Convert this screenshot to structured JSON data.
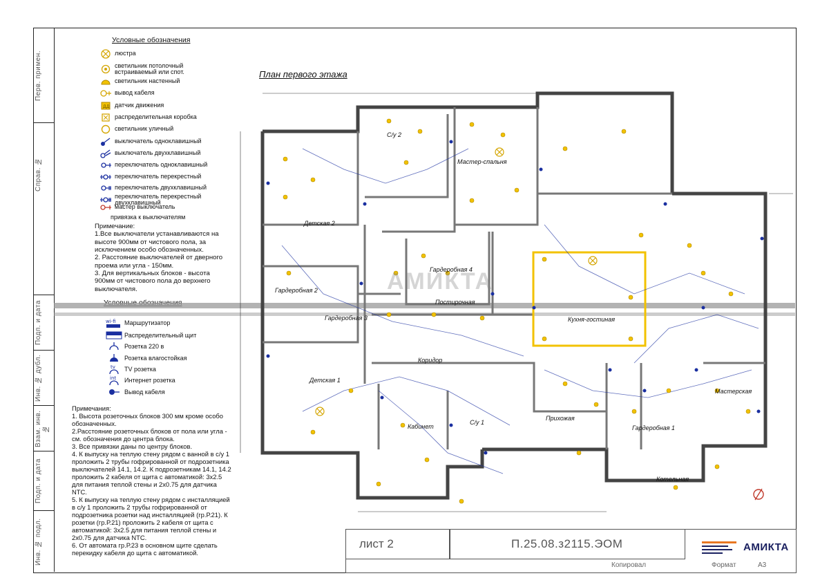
{
  "sidebar": {
    "cells": [
      "Перв. примен.",
      "Справ. №",
      "Подп. и дата",
      "Инв. № дубл.",
      "Взам. инв. №",
      "Подп. и дата",
      "Инв. № подл."
    ]
  },
  "legend1": {
    "title": "Условные обозначения",
    "items": [
      {
        "icon": "chandelier-icon",
        "label": "люстра"
      },
      {
        "icon": "recessed-light-icon",
        "label": "светильник потолочный встраиваемый или спот."
      },
      {
        "icon": "wall-light-icon",
        "label": "светильник настенный"
      },
      {
        "icon": "cable-outlet-icon",
        "label": "вывод кабеля"
      },
      {
        "icon": "motion-sensor-icon",
        "label": "датчик движения"
      },
      {
        "icon": "junction-box-icon",
        "label": "распределительная коробка"
      },
      {
        "icon": "outdoor-light-icon",
        "label": "светильник уличный"
      },
      {
        "icon": "switch-single-icon",
        "label": "выключатель одноклавишный"
      },
      {
        "icon": "switch-double-icon",
        "label": "выключатель двухклавишный"
      },
      {
        "icon": "toggle-single-icon",
        "label": "переключатель одноклавишный"
      },
      {
        "icon": "cross-switch-icon",
        "label": "переключатель перекрестный"
      },
      {
        "icon": "toggle-double-icon",
        "label": "переключатель двухклавишный"
      },
      {
        "icon": "cross-double-icon",
        "label": "переключатель перекрестный двухклавишный"
      },
      {
        "icon": "master-switch-icon",
        "label": "мастер выключатель"
      }
    ],
    "binding_label": "привязка к выключателям",
    "note": "Примечание:\n1.Все выключатели устанавливаются на высоте 900мм от чистового пола, за исключением особо обозначенных.\n2. Расстояние выключателей от дверного проема или угла - 150мм.\n3. Для вертикальных блоков - высота 900мм от чистового пола до верхнего выключателя."
  },
  "legend2": {
    "title": "Условные обозначения",
    "items": [
      {
        "icon": "router-icon",
        "sym": "wi-fi",
        "label": "Маршрутизатор"
      },
      {
        "icon": "panel-icon",
        "sym": "",
        "label": "Распределительный щит"
      },
      {
        "icon": "socket-icon",
        "sym": "",
        "label": "Розетка 220 в"
      },
      {
        "icon": "wet-socket-icon",
        "sym": "",
        "label": "Розетка влагостойкая"
      },
      {
        "icon": "tv-socket-icon",
        "sym": "tv",
        "label": "TV розетка"
      },
      {
        "icon": "internet-socket-icon",
        "sym": "int",
        "label": "Интернет розетка"
      },
      {
        "icon": "cable-output-icon",
        "sym": "",
        "label": "Вывод кабеля"
      }
    ],
    "notes": "Примечания:\n1. Высота розеточных блоков 300 мм кроме особо обозначенных.\n2.Расстояние розеточных блоков от пола или угла - см. обозначения до центра блока.\n3. Все привязки даны по центру блоков.\n4. К выпуску на теплую стену рядом с ванной в с/у 1 проложить 2 трубы гофрированной от подрозетника выключателей 14.1, 14.2. К подрозетникам 14.1, 14.2 проложить 2 кабеля от щита с автоматикой: 3х2.5 для питания теплой стены и 2х0.75 для датчика NTC.\n5. К выпуску на теплую стену рядом с инсталляцией в с/у 1 проложить 2 трубы гофрированной от подрозетника розетки над инсталляцией (гр.Р.21). К розетки (гр.Р.21) проложить 2 кабеля от щита с автоматикой: 3х2.5 для питания теплой стены и 2х0.75 для датчика NTC.\n6. От автомата гр.Р.23 в основном щите сделать перекидку кабеля до щита с автоматикой."
  },
  "plan": {
    "title": "План первого этажа",
    "watermark": "АМИКТА",
    "rooms": [
      {
        "key": "r1",
        "label": "Детская 2"
      },
      {
        "key": "r2",
        "label": "Гардеробная 2"
      },
      {
        "key": "r3",
        "label": "Гардеробная 3"
      },
      {
        "key": "r4",
        "label": "Детская 1"
      },
      {
        "key": "r5",
        "label": "Кабинет"
      },
      {
        "key": "r6",
        "label": "Коридор"
      },
      {
        "key": "r7",
        "label": "Мастер-спальня"
      },
      {
        "key": "r8",
        "label": "Гардеробная 4"
      },
      {
        "key": "r9",
        "label": "Постирочная"
      },
      {
        "key": "r10",
        "label": "Кухня-гостиная"
      },
      {
        "key": "r11",
        "label": "Прихожая"
      },
      {
        "key": "r12",
        "label": "Гардеробная 1"
      },
      {
        "key": "r13",
        "label": "Котельная"
      },
      {
        "key": "r14",
        "label": "Мастерская"
      },
      {
        "key": "r15",
        "label": "С/у 2"
      },
      {
        "key": "r16",
        "label": "С/у 1"
      }
    ]
  },
  "stamp": {
    "sheet": "лист 2",
    "code": "П.25.08.з2115.ЭОМ",
    "copied": "Копировал",
    "format_label": "Формат",
    "format_value": "А3",
    "logo_text": "АМИКТА"
  },
  "colors": {
    "blue": "#1a2fa0",
    "yellow": "#f2c200",
    "red": "#c0392b",
    "wall": "#555555"
  }
}
